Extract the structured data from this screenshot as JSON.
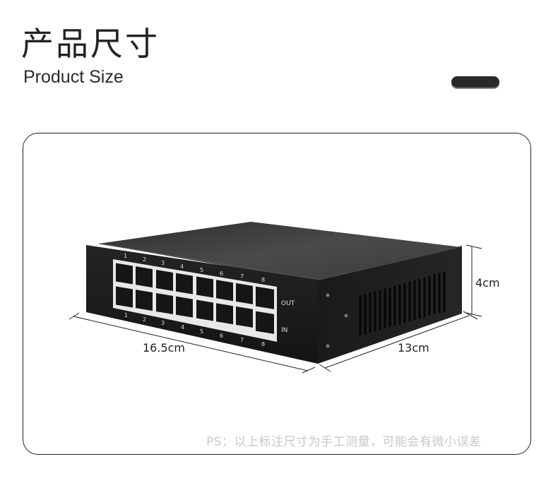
{
  "header": {
    "title_cn": "产品尺寸",
    "title_en": "Product Size",
    "decoration": "pill-bar"
  },
  "product": {
    "type": "16-port network switch",
    "port_labels_top": [
      "1",
      "2",
      "3",
      "4",
      "5",
      "6",
      "7",
      "8"
    ],
    "port_labels_bottom": [
      "1",
      "2",
      "3",
      "4",
      "5",
      "6",
      "7",
      "8"
    ],
    "row_labels": {
      "top": "OUT",
      "bottom": "IN"
    }
  },
  "dimensions": {
    "width": "16.5cm",
    "depth": "13cm",
    "height": "4cm"
  },
  "footnote": "PS：以上标注尺寸为手工测量，可能会有微小误差",
  "colors": {
    "text_primary": "#222222",
    "note_text": "#c8c8c8",
    "device_body": "#1c1c1c",
    "device_top": "#3a3a3a",
    "port_frame": "#e8e8e6"
  }
}
